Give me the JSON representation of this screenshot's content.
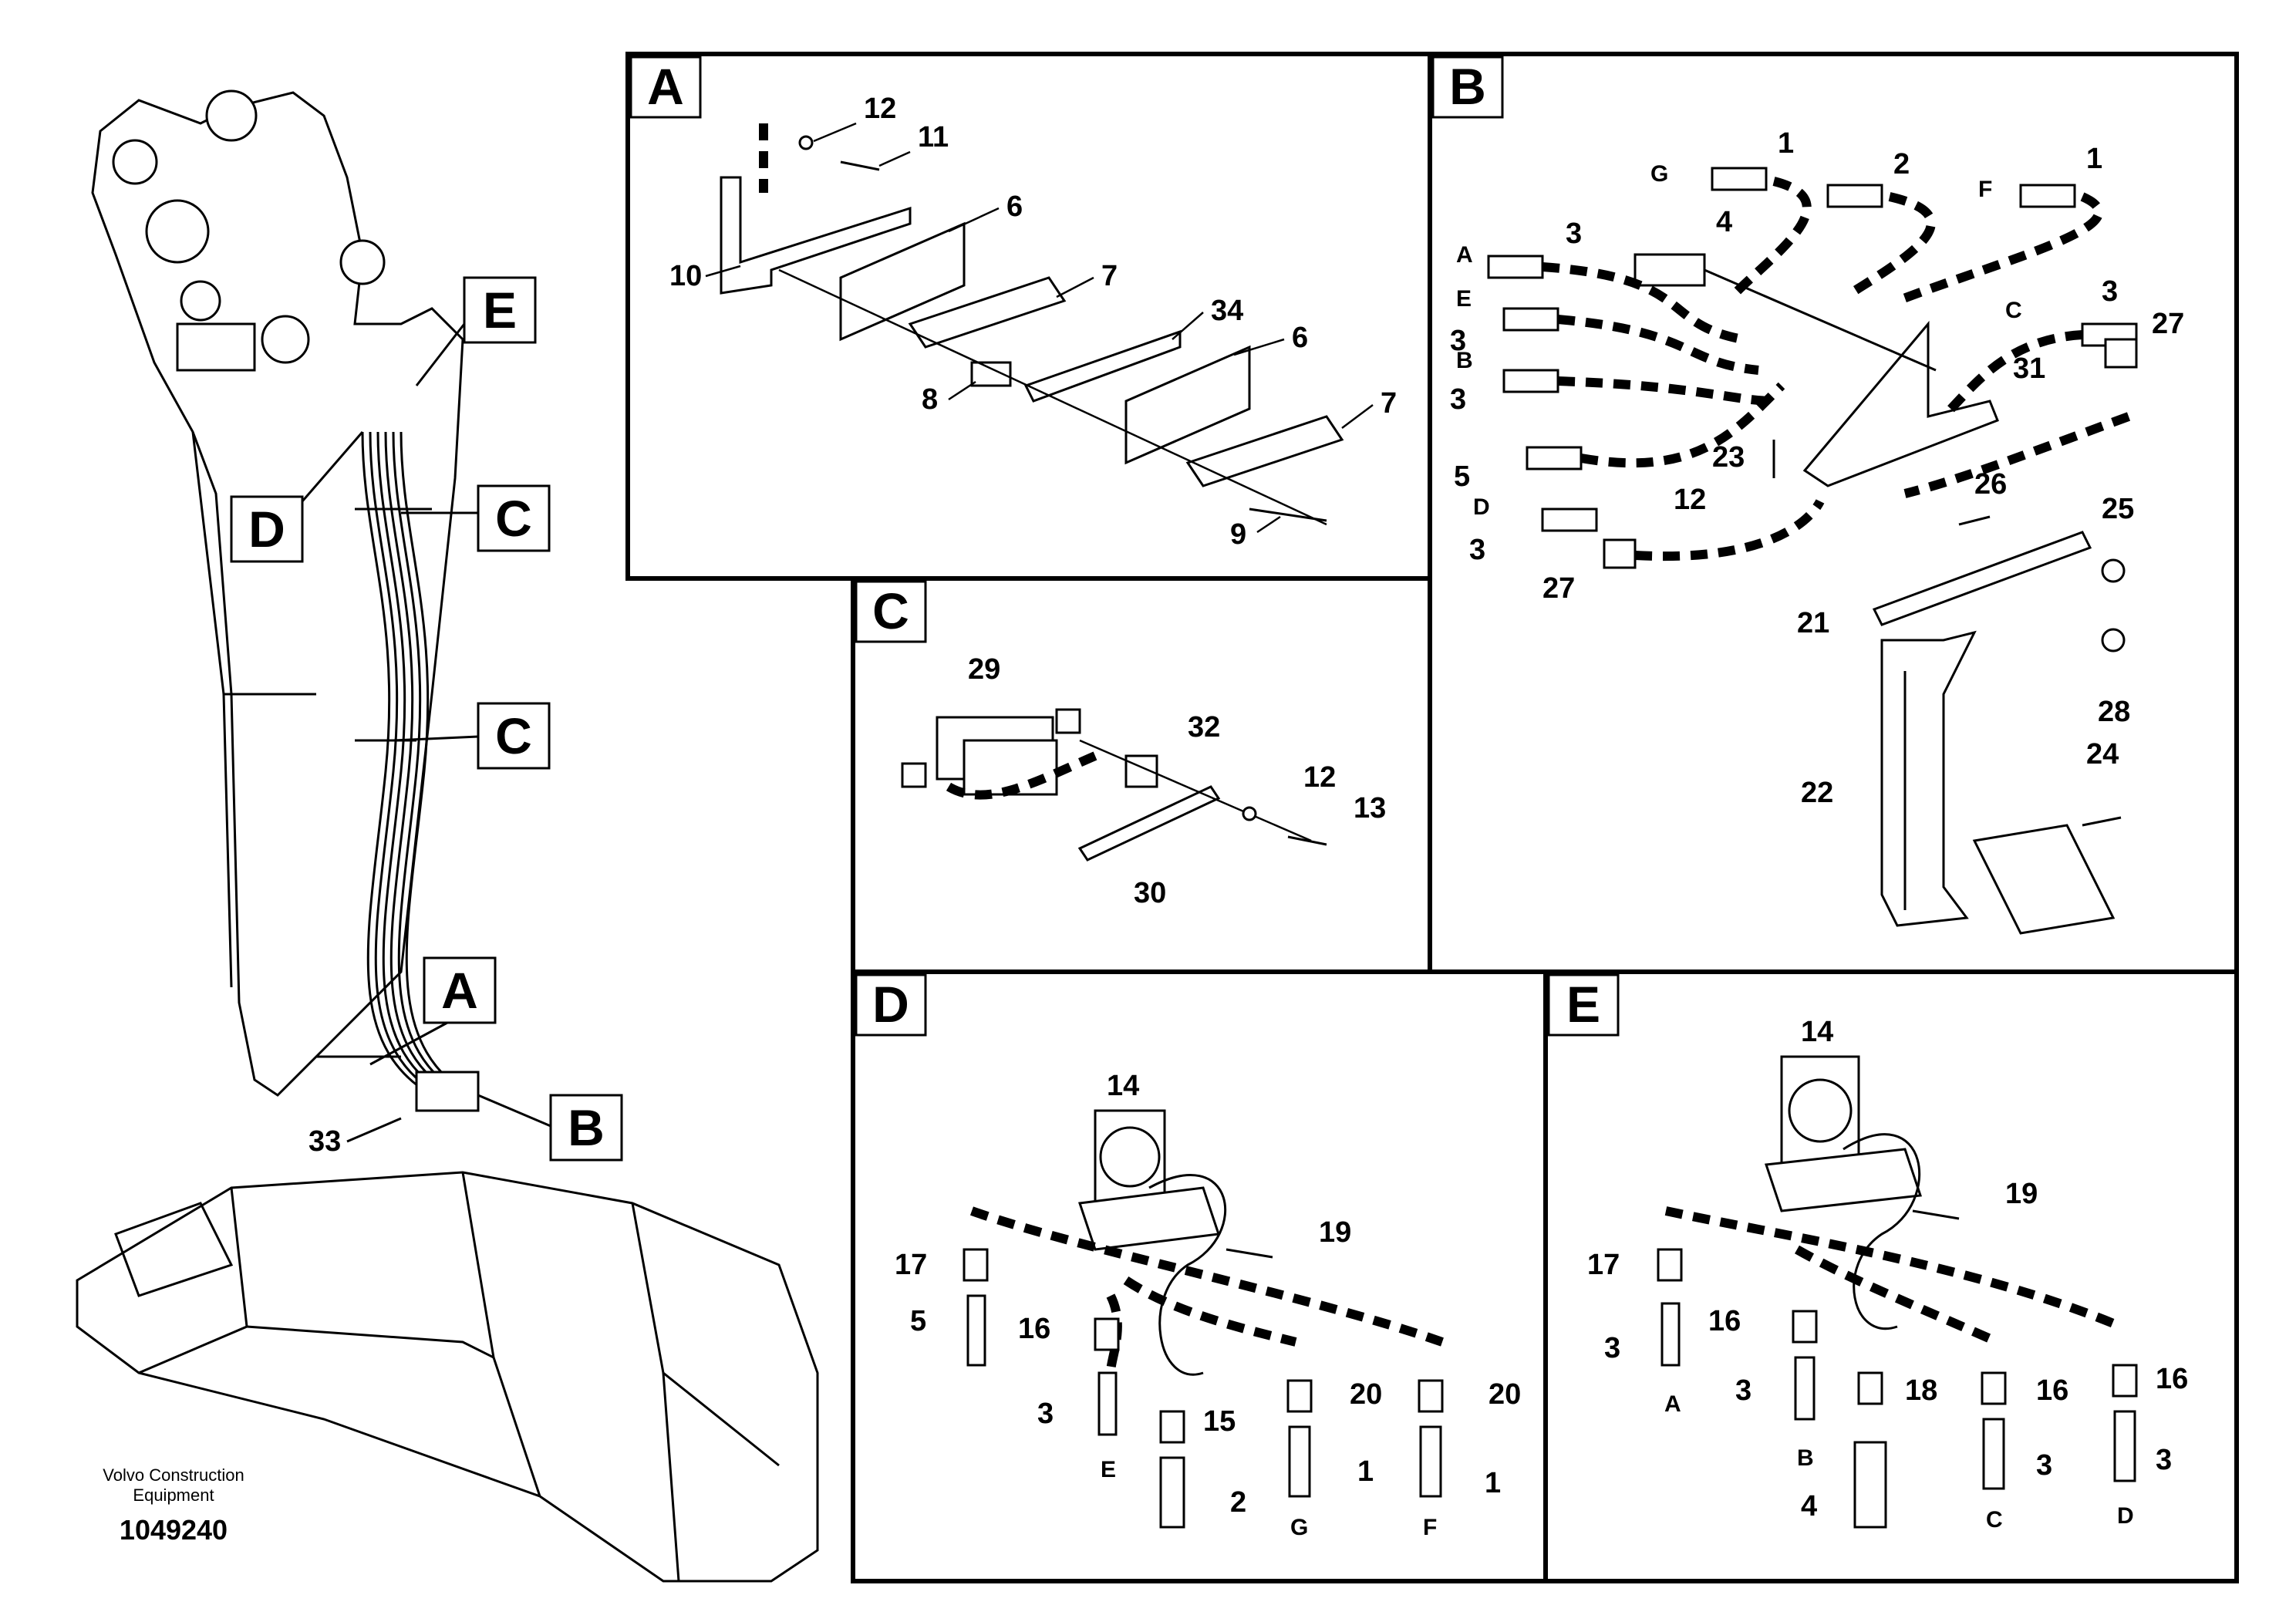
{
  "footer": {
    "company_line1": "Volvo Construction",
    "company_line2": "Equipment",
    "drawing_number": "1049240"
  },
  "overview": {
    "tags": [
      "A",
      "B",
      "C",
      "C",
      "D",
      "E"
    ],
    "part_33": "33"
  },
  "panels": {
    "A": {
      "label": "A",
      "parts": [
        "12",
        "11",
        "6",
        "10",
        "7",
        "34",
        "6",
        "8",
        "7",
        "9"
      ]
    },
    "B": {
      "label": "B",
      "parts": [
        "1",
        "2",
        "1",
        "3",
        "4",
        "3",
        "27",
        "3",
        "3",
        "31",
        "23",
        "12",
        "5",
        "26",
        "25",
        "3",
        "27",
        "21",
        "28",
        "22",
        "24"
      ],
      "hose_letters": [
        "G",
        "F",
        "A",
        "E",
        "B",
        "C",
        "D"
      ]
    },
    "C": {
      "label": "C",
      "parts": [
        "29",
        "32",
        "12",
        "13",
        "30"
      ]
    },
    "D": {
      "label": "D",
      "parts": [
        "14",
        "19",
        "17",
        "5",
        "16",
        "20",
        "20",
        "3",
        "15",
        "1",
        "1",
        "2"
      ],
      "hose_letters": [
        "E",
        "G",
        "F"
      ]
    },
    "E": {
      "label": "E",
      "parts": [
        "14",
        "19",
        "17",
        "16",
        "3",
        "3",
        "18",
        "16",
        "16",
        "3",
        "3",
        "4"
      ],
      "hose_letters": [
        "A",
        "B",
        "C",
        "D"
      ]
    }
  }
}
